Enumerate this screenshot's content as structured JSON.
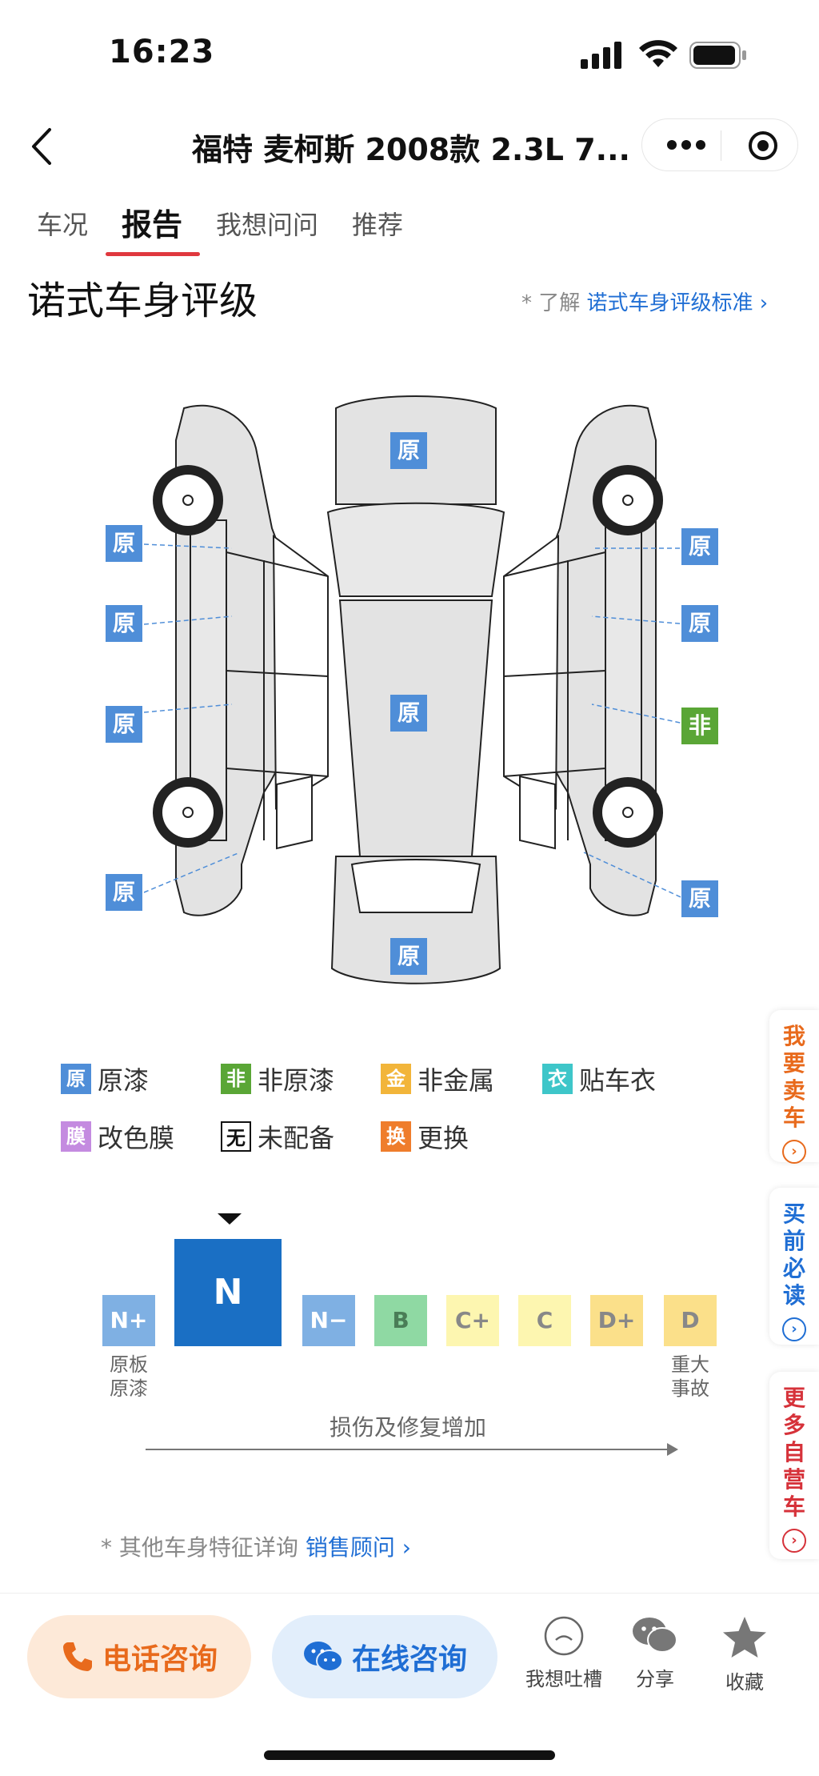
{
  "status_bar": {
    "time": "16:23"
  },
  "nav": {
    "title": "福特 麦柯斯 2008款 2.3L 7..."
  },
  "tabs": [
    {
      "label": "车况"
    },
    {
      "label": "报告",
      "active": true
    },
    {
      "label": "我想问问"
    },
    {
      "label": "推荐"
    }
  ],
  "section": {
    "title": "诺式车身评级",
    "hint_prefix": "* 了解",
    "hint_link": "诺式车身评级标准 ›"
  },
  "car_panels": {
    "left_1": "原",
    "left_2": "原",
    "left_3": "原",
    "left_4": "原",
    "roof_front": "原",
    "roof_middle": "原",
    "roof_rear": "原",
    "right_1": "原",
    "right_2": "原",
    "right_3": "非",
    "right_4": "原"
  },
  "legend": [
    {
      "icon": "原",
      "label": "原漆",
      "color": "#4f8ed8"
    },
    {
      "icon": "非",
      "label": "非原漆",
      "color": "#5aa636"
    },
    {
      "icon": "金",
      "label": "非金属",
      "color": "#f2b53a"
    },
    {
      "icon": "衣",
      "label": "贴车衣",
      "color": "#3ec6c9"
    },
    {
      "icon": "膜",
      "label": "改色膜",
      "color": "#c48be0"
    },
    {
      "icon": "无",
      "label": "未配备",
      "color": "#ffffff"
    },
    {
      "icon": "换",
      "label": "更换",
      "color": "#ef7d2c"
    }
  ],
  "grades": [
    {
      "label": "N+",
      "color": "#7fb0e3"
    },
    {
      "label": "N",
      "color": "#1a6fc4",
      "selected": true
    },
    {
      "label": "N−",
      "color": "#7fb0e3"
    },
    {
      "label": "B",
      "color": "#8fd9a3"
    },
    {
      "label": "C+",
      "color": "#fdf6b0"
    },
    {
      "label": "C",
      "color": "#fdf6b0"
    },
    {
      "label": "D+",
      "color": "#fbe08a"
    },
    {
      "label": "D",
      "color": "#fbe08a"
    }
  ],
  "grade_captions": {
    "left": "原板\n原漆",
    "right": "重大\n事故"
  },
  "arrow_label": "损伤及修复增加",
  "more_note": {
    "prefix": "* 其他车身特征详询",
    "link": "销售顾问 ›"
  },
  "side_tabs": [
    {
      "text": "我要卖车",
      "color": "#e86a1c"
    },
    {
      "text": "买前必读",
      "color": "#1f6ed4"
    },
    {
      "text": "更多自营车",
      "color": "#d6323a"
    }
  ],
  "bottom_bar": {
    "phone_label": "电话咨询",
    "chat_label": "在线咨询",
    "complain_label": "我想吐槽",
    "share_label": "分享",
    "favorite_label": "收藏"
  }
}
